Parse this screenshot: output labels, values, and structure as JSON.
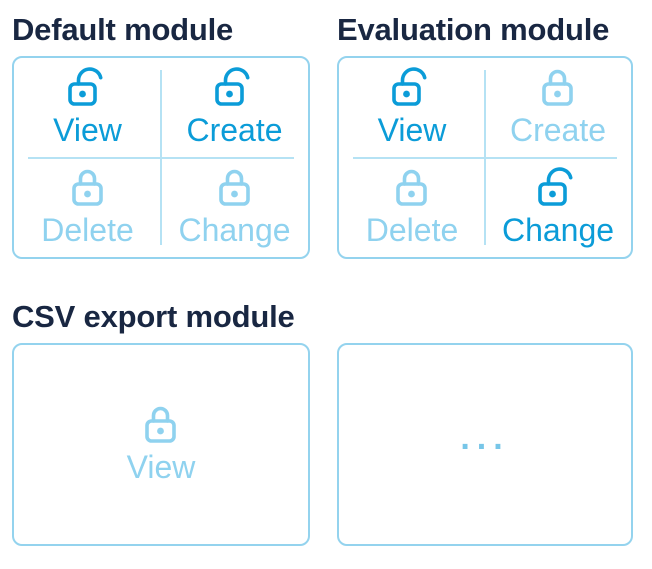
{
  "colors": {
    "active_blue": "#0b9cd8",
    "inactive_blue": "#8fd2ef",
    "card_border": "#94d3ee",
    "divider": "#b5e2f4",
    "title_navy": "#192742",
    "ellipsis_blue": "#77c6e8"
  },
  "modules": [
    {
      "title": "Default module",
      "permissions": [
        {
          "label": "View",
          "state": "granted",
          "icon": "lock-open-icon"
        },
        {
          "label": "Create",
          "state": "granted",
          "icon": "lock-open-icon"
        },
        {
          "label": "Delete",
          "state": "denied",
          "icon": "lock-closed-icon"
        },
        {
          "label": "Change",
          "state": "denied",
          "icon": "lock-closed-icon"
        }
      ]
    },
    {
      "title": "Evaluation module",
      "permissions": [
        {
          "label": "View",
          "state": "granted",
          "icon": "lock-open-icon"
        },
        {
          "label": "Create",
          "state": "denied",
          "icon": "lock-closed-icon"
        },
        {
          "label": "Delete",
          "state": "denied",
          "icon": "lock-closed-icon"
        },
        {
          "label": "Change",
          "state": "granted",
          "icon": "lock-open-icon"
        }
      ]
    },
    {
      "title": "CSV export module",
      "permissions": [
        {
          "label": "View",
          "state": "denied",
          "icon": "lock-closed-icon"
        }
      ]
    },
    {
      "title": "",
      "placeholder": "..."
    }
  ]
}
